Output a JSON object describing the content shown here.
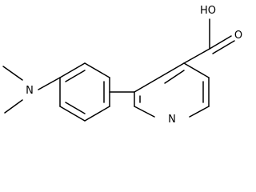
{
  "molecule": {
    "atoms": {
      "carboxyl_hydroxyl": "HO",
      "carbonyl_oxygen": "O",
      "amine_nitrogen": "N",
      "pyridine_nitrogen": "N"
    }
  },
  "colors": {
    "bond": "#000000",
    "label": "#000000",
    "background": "#ffffff"
  }
}
